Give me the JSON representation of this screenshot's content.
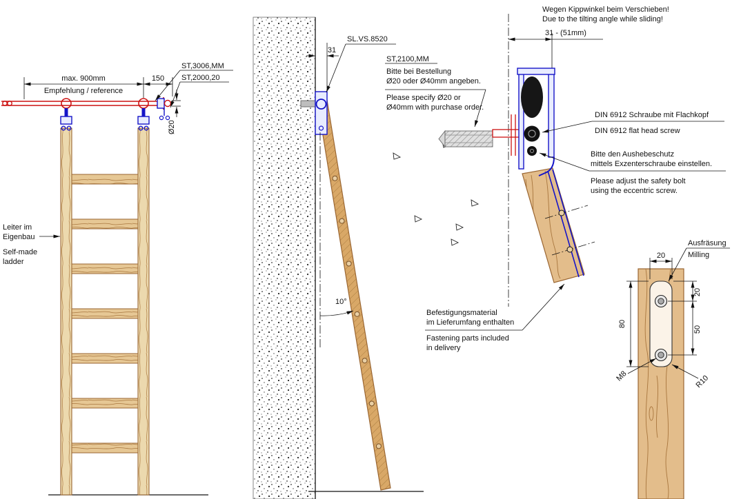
{
  "front_view": {
    "dim_max": "max. 900mm",
    "dim_max_note": "Empfehlung / reference",
    "dim_end": "150",
    "label_trolley": "ST,3006,MM",
    "label_endstop": "ST,2000,20",
    "dim_rail_dia": "Ø20",
    "caption_de_1": "Leiter im",
    "caption_de_2": "Eigenbau",
    "caption_en_1": "Self-made",
    "caption_en_2": "ladder"
  },
  "side_view": {
    "dim_offset": "31",
    "label_rail": "SL.VS.8520",
    "label_anchor": "ST,2100,MM",
    "anchor_note_de_1": "Bitte bei Bestellung",
    "anchor_note_de_2": "Ø20 oder Ø40mm angeben.",
    "anchor_note_en_1": "Please specify Ø20 or",
    "anchor_note_en_2": "Ø40mm with purchase order.",
    "angle": "10°",
    "fastening_de_1": "Befestigungsmaterial",
    "fastening_de_2": "im Lieferumfang enthalten",
    "fastening_en_1": "Fastening parts included",
    "fastening_en_2": "in delivery"
  },
  "detail_view": {
    "warning_de": "Wegen Kippwinkel beim Verschieben!",
    "warning_en": "Due to the tilting angle while sliding!",
    "dim_range": "31 - (51mm)",
    "screw_label_de": "DIN 6912 Schraube mit Flachkopf",
    "screw_label_en": "DIN 6912  flat head screw",
    "adjust_de_1": "Bitte den Aushebeschutz",
    "adjust_de_2": "mittels Exzenterschraube einstellen.",
    "adjust_en_1": "Please adjust the safety bolt",
    "adjust_en_2": "using the eccentric screw."
  },
  "milling_view": {
    "label_de": "Ausfräsung",
    "label_en": "Milling",
    "dim_width": "20",
    "dim_top_offset": "20",
    "dim_hole_spacing": "50",
    "dim_slot_length": "80",
    "dim_thread": "M8",
    "dim_radius": "R10"
  },
  "colors": {
    "red": "#cc1111",
    "blue": "#1414c8",
    "wood_fill": "#e3bd8b",
    "wood_line": "#9a6632",
    "line": "#111111"
  }
}
